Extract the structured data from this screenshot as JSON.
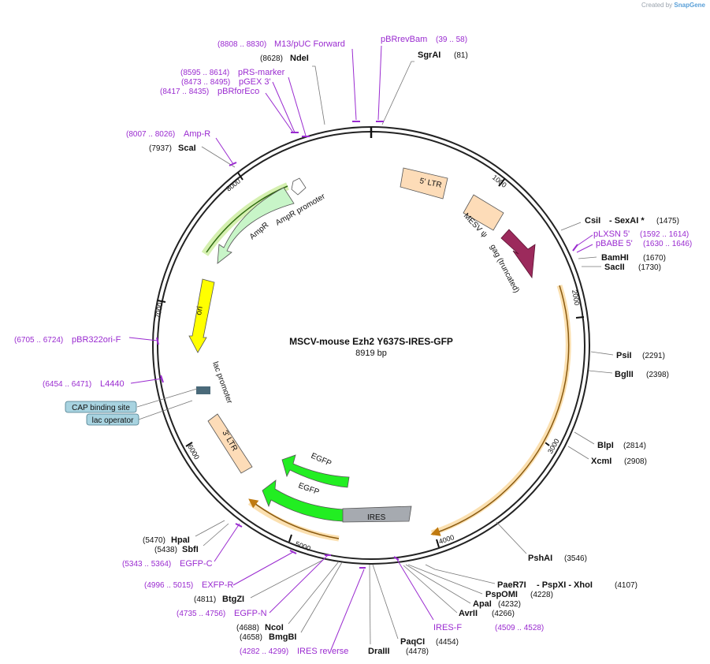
{
  "credit": {
    "prefix": "Created by",
    "brand": "SnapGene"
  },
  "plasmid": {
    "name": "MSCV-mouse Ezh2 Y637S-IRES-GFP",
    "length": "8919 bp"
  },
  "ticks": [
    "1000",
    "2000",
    "3000",
    "4000",
    "5000",
    "6000",
    "7000",
    "8000"
  ],
  "sites": [
    {
      "name": "SgrAI",
      "coord": "(81)"
    },
    {
      "name": "NdeI",
      "coord": "(8628)"
    },
    {
      "name": "CsiI",
      "extra": "- SexAI *",
      "coord": "(1475)"
    },
    {
      "name": "BamHI",
      "coord": "(1670)"
    },
    {
      "name": "SacII",
      "coord": "(1730)"
    },
    {
      "name": "PsiI",
      "coord": "(2291)"
    },
    {
      "name": "BglII",
      "coord": "(2398)"
    },
    {
      "name": "BlpI",
      "coord": "(2814)"
    },
    {
      "name": "XcmI",
      "coord": "(2908)"
    },
    {
      "name": "PshAI",
      "coord": "(3546)"
    },
    {
      "name": "PaeR7I",
      "extra": "- PspXI - XhoI",
      "coord": "(4107)"
    },
    {
      "name": "PspOMI",
      "coord": "(4228)"
    },
    {
      "name": "ApaI",
      "coord": "(4232)"
    },
    {
      "name": "AvrII",
      "coord": "(4266)"
    },
    {
      "name": "PaqCI",
      "coord": "(4454)"
    },
    {
      "name": "DraIII",
      "coord": "(4478)"
    },
    {
      "name": "BmgBI",
      "coord": "(4658)"
    },
    {
      "name": "NcoI",
      "coord": "(4688)"
    },
    {
      "name": "BtgZI",
      "coord": "(4811)"
    },
    {
      "name": "SbfI",
      "coord": "(5438)"
    },
    {
      "name": "HpaI",
      "coord": "(5470)"
    },
    {
      "name": "ScaI",
      "coord": "(7937)"
    }
  ],
  "primers": [
    {
      "name": "pBRrevBam",
      "coord": "(39 .. 58)"
    },
    {
      "name": "M13/pUC Forward",
      "coord": "(8808 .. 8830)"
    },
    {
      "name": "pRS-marker",
      "coord": "(8595 .. 8614)"
    },
    {
      "name": "pGEX 3'",
      "coord": "(8473 .. 8495)"
    },
    {
      "name": "pBRforEco",
      "coord": "(8417 .. 8435)"
    },
    {
      "name": "Amp-R",
      "coord": "(8007 .. 8026)"
    },
    {
      "name": "pLXSN 5'",
      "coord": "(1592 .. 1614)"
    },
    {
      "name": "pBABE 5'",
      "coord": "(1630 .. 1646)"
    },
    {
      "name": "pBR322ori-F",
      "coord": "(6705 .. 6724)"
    },
    {
      "name": "L4440",
      "coord": "(6454 .. 6471)"
    },
    {
      "name": "EGFP-C",
      "coord": "(5343 .. 5364)"
    },
    {
      "name": "EXFP-R",
      "coord": "(4996 .. 5015)"
    },
    {
      "name": "EGFP-N",
      "coord": "(4735 .. 4756)"
    },
    {
      "name": "IRES-F",
      "coord": "(4509 .. 4528)"
    },
    {
      "name": "IRES reverse",
      "coord": "(4282 .. 4299)"
    }
  ],
  "features": [
    {
      "name": "5' LTR",
      "color": "#fddcb8"
    },
    {
      "name": "MESV ψ",
      "color": "#fddcb8"
    },
    {
      "name": "gag (truncated)",
      "color": "#9c2a5c"
    },
    {
      "name": "AmpR promoter",
      "color": "#ffffff"
    },
    {
      "name": "AmpR",
      "color": "#c8f5c8"
    },
    {
      "name": "ori",
      "color": "#ffff00"
    },
    {
      "name": "lac promoter",
      "color": "#ffffff"
    },
    {
      "name": "3' LTR",
      "color": "#fddcb8"
    },
    {
      "name": "EGFP",
      "color": "#22ee22"
    },
    {
      "name": "EGFP",
      "color": "#22ee22"
    },
    {
      "name": "IRES",
      "color": "#a6aab0"
    }
  ],
  "boxed": [
    {
      "name": "CAP binding site",
      "color": "#a8d3e0"
    },
    {
      "name": "lac operator",
      "color": "#a8d3e0"
    }
  ]
}
